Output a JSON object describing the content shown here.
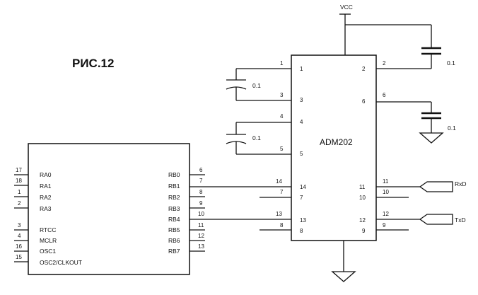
{
  "title": "РИС.12",
  "power": {
    "vcc": "VCC"
  },
  "transceiver": {
    "name": "ADM202",
    "pins_left": [
      "1",
      "3",
      "4",
      "5",
      "14",
      "7",
      "13",
      "8"
    ],
    "pins_right": [
      "2",
      "6",
      "11",
      "10",
      "12",
      "9"
    ]
  },
  "capacitors": {
    "c1": "0.1",
    "c2": "0.1",
    "c3": "0.1",
    "c4": "0.1"
  },
  "connectors": {
    "rxd": "RxD",
    "txd": "TxD"
  },
  "mcu": {
    "left_pins": [
      {
        "num": "17",
        "name": "RA0"
      },
      {
        "num": "18",
        "name": "RA1"
      },
      {
        "num": "1",
        "name": "RA2"
      },
      {
        "num": "2",
        "name": "RA3"
      },
      {
        "num": "3",
        "name": "RTCC"
      },
      {
        "num": "4",
        "name": "MCLR"
      },
      {
        "num": "16",
        "name": "OSC1"
      },
      {
        "num": "15",
        "name": "OSC2/CLKOUT"
      }
    ],
    "right_pins": [
      {
        "num": "6",
        "name": "RB0"
      },
      {
        "num": "7",
        "name": "RB1"
      },
      {
        "num": "8",
        "name": "RB2"
      },
      {
        "num": "9",
        "name": "RB3"
      },
      {
        "num": "10",
        "name": "RB4"
      },
      {
        "num": "11",
        "name": "RB5"
      },
      {
        "num": "12",
        "name": "RB6"
      },
      {
        "num": "13",
        "name": "RB7"
      }
    ]
  },
  "wire_labels": {
    "rb1_pin": "14",
    "rb4_pin": "13"
  }
}
